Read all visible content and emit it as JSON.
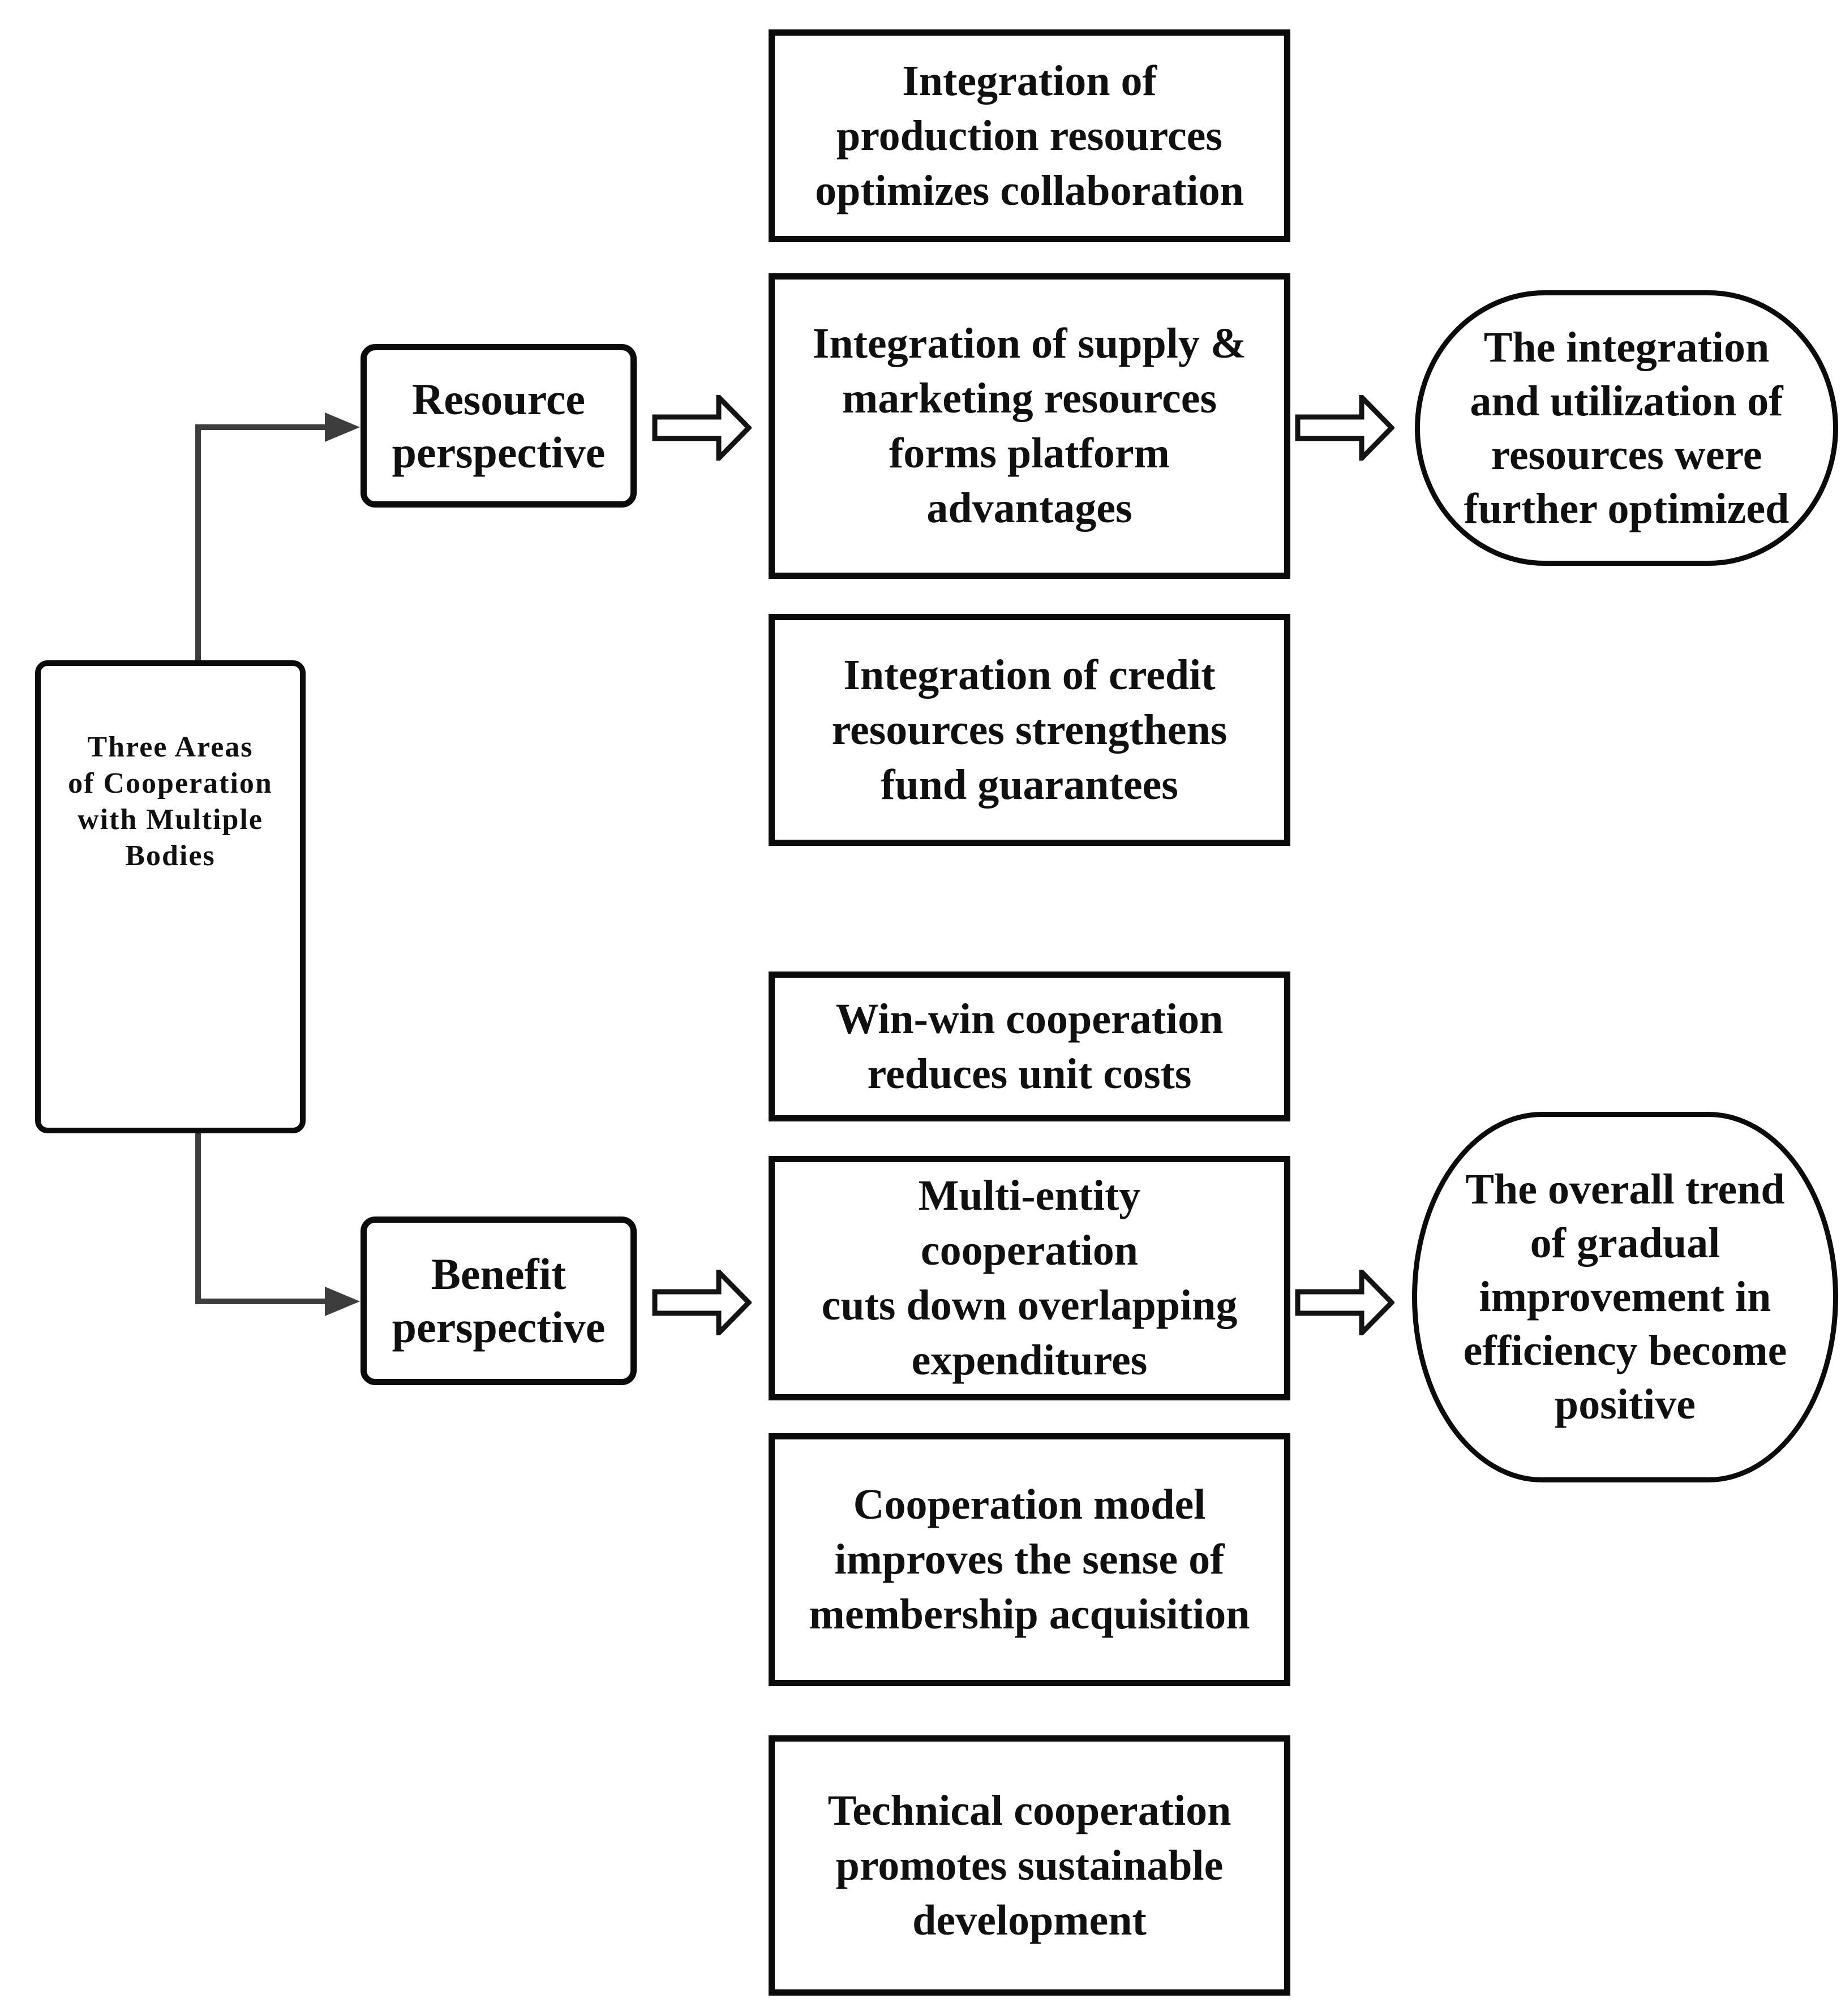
{
  "figure": {
    "root_label": "Three Areas\nof Cooperation\nwith Multiple\nBodies",
    "resource": {
      "label": "Resource\nperspective",
      "items": [
        "Integration of\nproduction resources\noptimizes collaboration",
        "Integration of supply &\nmarketing resources\nforms platform\nadvantages",
        "Integration of credit\nresources strengthens\nfund guarantees"
      ],
      "outcome": "The integration\nand utilization of\nresources were\nfurther optimized"
    },
    "benefit": {
      "label": "Benefit\nperspective",
      "items": [
        "Win-win cooperation\nreduces unit costs",
        "Multi-entity\ncooperation\ncuts down overlapping\nexpenditures",
        "Cooperation model\nimproves the sense of\nmembership acquisition",
        "Technical cooperation\npromotes sustainable\ndevelopment"
      ],
      "outcome": "The overall trend\nof gradual\nimprovement in\nefficiency become\npositive"
    },
    "colors": {
      "box_border": "#0b0b0b",
      "connector": "#3d3d3d",
      "background": "#ffffff"
    }
  }
}
